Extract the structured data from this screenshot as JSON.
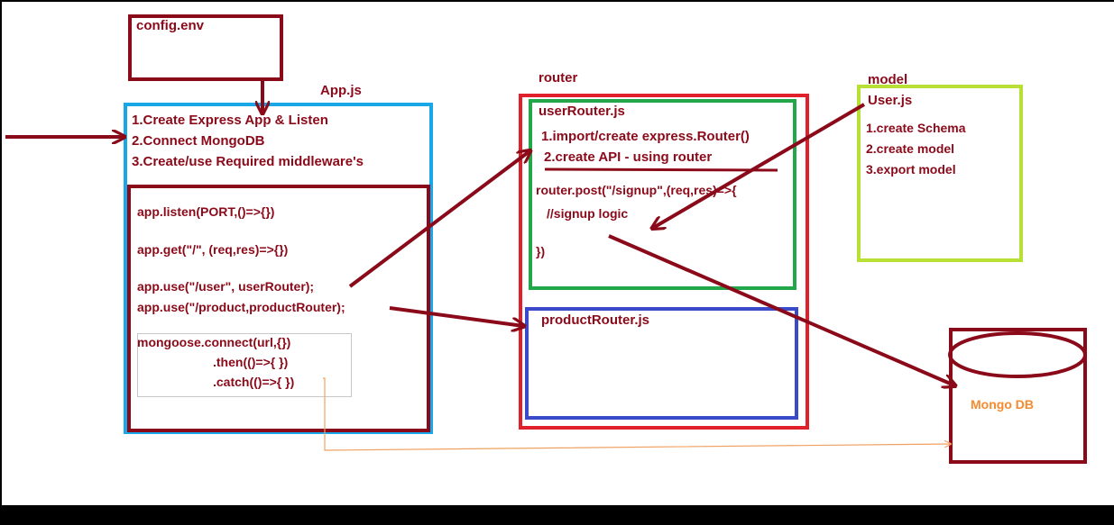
{
  "config": {
    "label": "config.env"
  },
  "app": {
    "title": "App.js",
    "steps": [
      "1.Create Express App & Listen",
      "2.Connect MongoDB",
      "3.Create/use Required middleware's"
    ],
    "code": {
      "listen": "app.listen(PORT,()=>{})",
      "get": "app.get(\"/\", (req,res)=>{})",
      "use_user": "app.use(\"/user\", userRouter);",
      "use_product": "app.use(\"/product,productRouter);",
      "mongoose_connect": "mongoose.connect(url,{})",
      "mongoose_then": ".then(()=>{ })",
      "mongoose_catch": ".catch(()=>{ })"
    }
  },
  "router": {
    "title": "router",
    "user_router": {
      "title": "userRouter.js",
      "steps": [
        "1.import/create express.Router()",
        "2.create API - using router"
      ],
      "code": [
        "router.post(\"/signup\",(req,res)=>{",
        "//signup logic",
        "})"
      ]
    },
    "product_router": {
      "title": "productRouter.js"
    }
  },
  "model": {
    "title": "model",
    "file": "User.js",
    "steps": [
      "1.create Schema",
      "2.create model",
      "3.export model"
    ]
  },
  "db": {
    "label": "Mongo DB"
  },
  "colors": {
    "maroon": "#8B0A1A",
    "app_border": "#19A7E8",
    "router_border": "#E0202A",
    "user_router_border": "#22A84A",
    "product_router_border": "#3A4AC8",
    "model_border": "#B8E034",
    "db_label": "#F58A2E",
    "connector_orange": "#F0A060",
    "mongoose_border": "#C8C8C8"
  }
}
